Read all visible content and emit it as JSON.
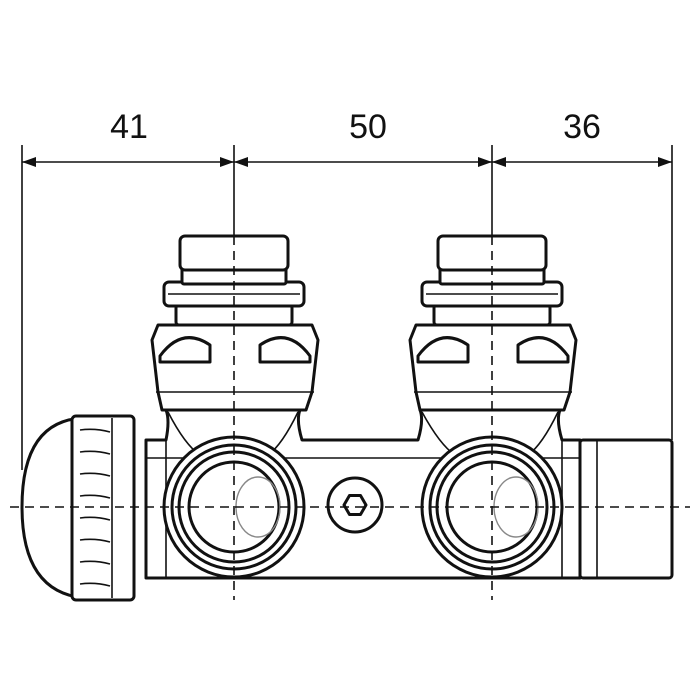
{
  "drawing": {
    "dimensions": [
      {
        "label": "41"
      },
      {
        "label": "50"
      },
      {
        "label": "36"
      }
    ]
  }
}
